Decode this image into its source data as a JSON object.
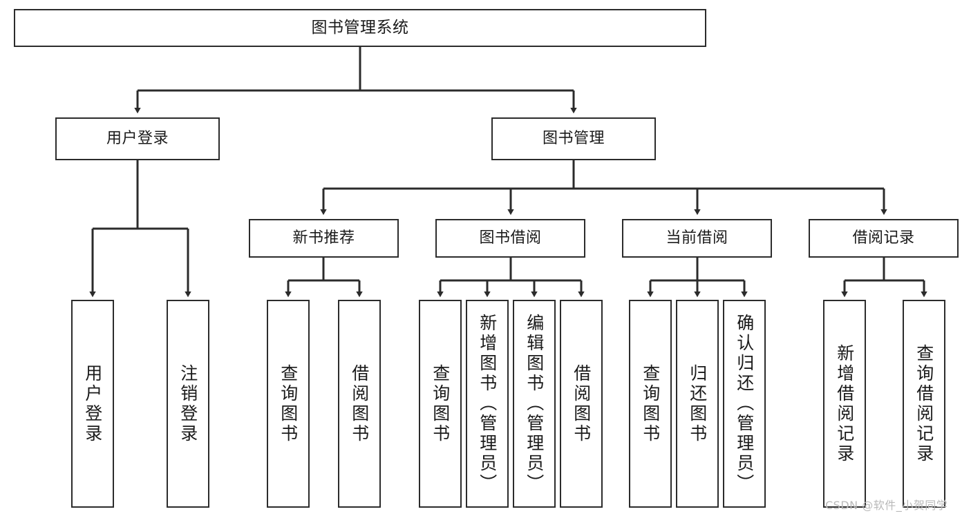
{
  "diagram": {
    "type": "tree-hierarchy-chart",
    "title": "图书管理系统",
    "colors": {
      "box_border": "#2b2b2b",
      "box_fill": "#ffffff",
      "connector": "#2b2b2b",
      "text": "#1a1a1a",
      "watermark": "#b9b9b9",
      "background": "#ffffff"
    }
  },
  "nodes": {
    "root": {
      "label": "图书管理系统"
    },
    "level2": [
      {
        "label": "用户登录"
      },
      {
        "label": "图书管理"
      }
    ],
    "level3": [
      {
        "label": "新书推荐"
      },
      {
        "label": "图书借阅"
      },
      {
        "label": "当前借阅"
      },
      {
        "label": "借阅记录"
      }
    ],
    "leaves": {
      "user_login": [
        {
          "label": "用户登录"
        },
        {
          "label": "注销登录"
        }
      ],
      "new_book_recommend": [
        {
          "label": "查询图书"
        },
        {
          "label": "借阅图书"
        }
      ],
      "book_borrow": [
        {
          "label": "查询图书"
        },
        {
          "label": "新增图书（管理员）"
        },
        {
          "label": "编辑图书（管理员）"
        },
        {
          "label": "借阅图书"
        }
      ],
      "current_borrow": [
        {
          "label": "查询图书"
        },
        {
          "label": "归还图书"
        },
        {
          "label": "确认归还（管理员）"
        }
      ],
      "borrow_record": [
        {
          "label": "新增借阅记录"
        },
        {
          "label": "查询借阅记录"
        }
      ]
    }
  },
  "watermark": {
    "text": "CSDN @软件_小贺同学"
  }
}
